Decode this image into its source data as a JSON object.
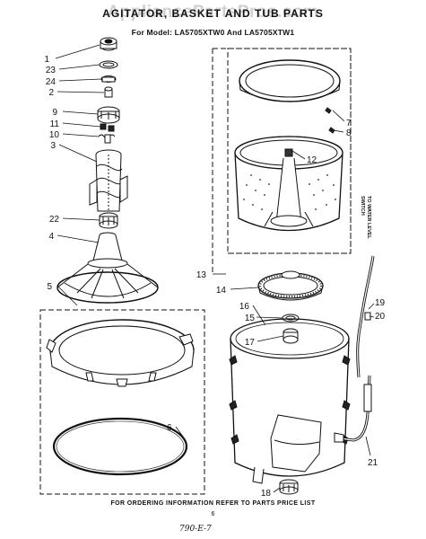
{
  "header": {
    "title": "AGITATOR, BASKET AND TUB PARTS",
    "model_line": "For Model: LA5705XTW0 And LA5705XTW1"
  },
  "watermark": "AppliancePartsPros.com",
  "side_note": {
    "line1": "TO WATER LEVEL",
    "line2": "SWITCH"
  },
  "callouts": {
    "c1": "1",
    "c2": "2",
    "c3": "3",
    "c4": "4",
    "c5": "5",
    "c6": "6",
    "c7": "7",
    "c8": "8",
    "c9": "9",
    "c10": "10",
    "c11": "11",
    "c12": "12",
    "c13": "13",
    "c14": "14",
    "c15": "15",
    "c16": "16",
    "c17": "17",
    "c18": "18",
    "c19": "19",
    "c20": "20",
    "c21": "21",
    "c22": "22",
    "c23": "23",
    "c24": "24"
  },
  "footer": {
    "instruction": "FOR ORDERING INFORMATION REFER TO PARTS PRICE LIST",
    "page_number": "6",
    "handwritten_note": "790-E-7"
  }
}
